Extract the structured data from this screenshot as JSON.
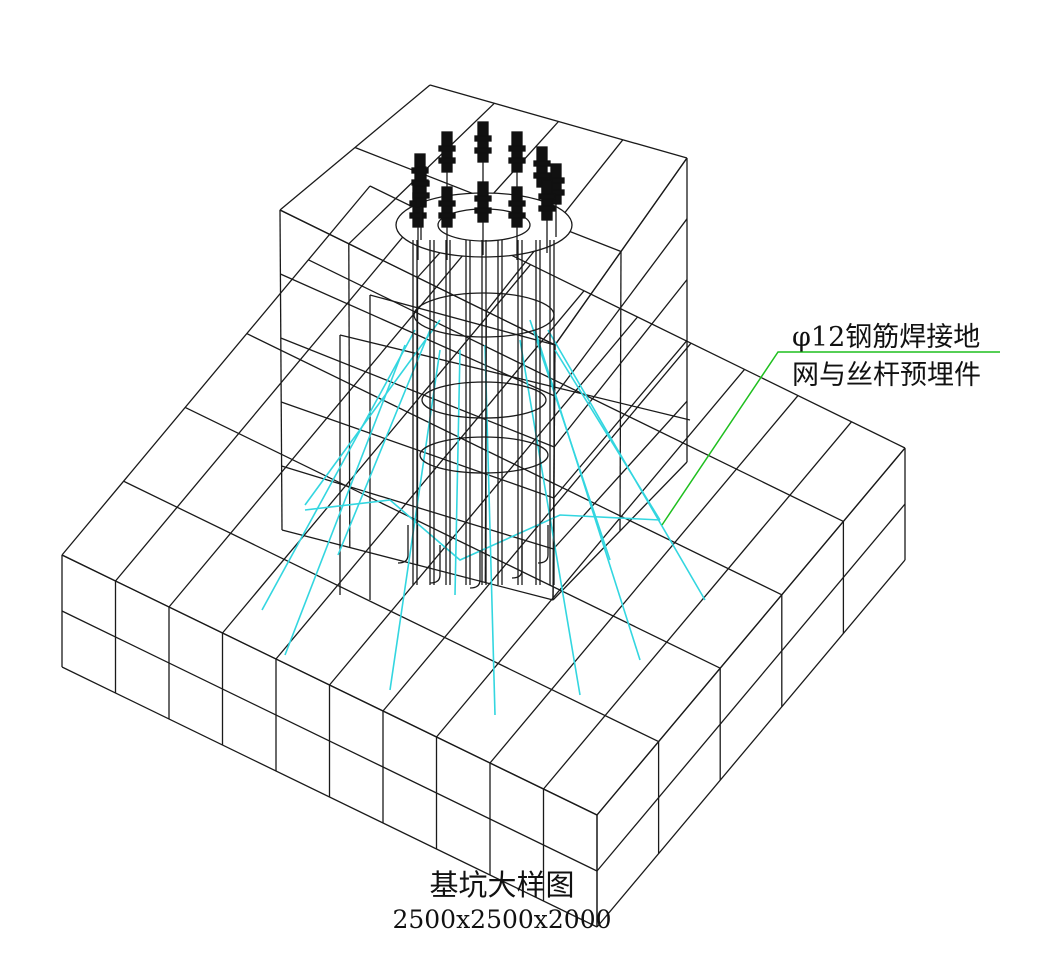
{
  "annotation": {
    "line1": "φ12钢筋焊接地",
    "line2": "网与丝杆预埋件"
  },
  "caption": {
    "title": "基坑大样图",
    "dimensions": "2500x2500x2000"
  },
  "colors": {
    "wireframe": "#1a1a1a",
    "ground_rebar": "#33d6e0",
    "leader": "#1fbf1f",
    "bolt": "#111111",
    "background": "#ffffff"
  }
}
